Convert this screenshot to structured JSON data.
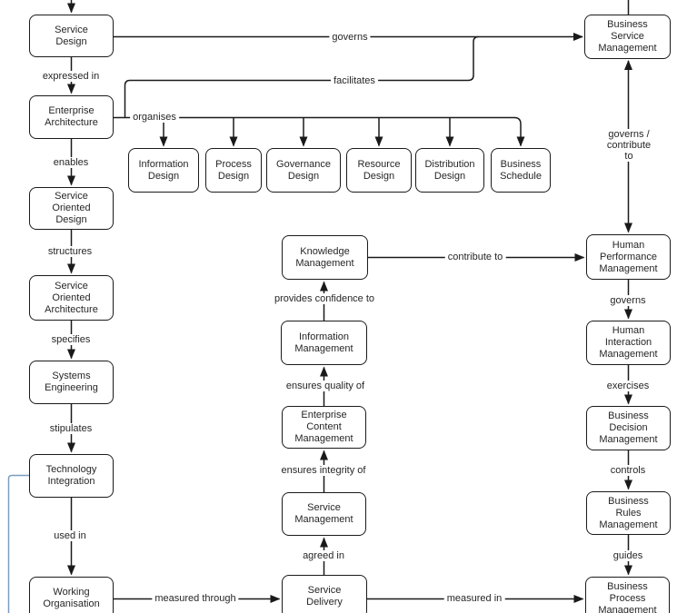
{
  "diagram": {
    "nodes": {
      "service_design": "Service\nDesign",
      "enterprise_architecture": "Enterprise\nArchitecture",
      "service_oriented_design": "Service\nOriented\nDesign",
      "service_oriented_architecture": "Service\nOriented\nArchitecture",
      "systems_engineering": "Systems\nEngineering",
      "technology_integration": "Technology\nIntegration",
      "working_organisation": "Working\nOrganisation",
      "information_design": "Information\nDesign",
      "process_design": "Process\nDesign",
      "governance_design": "Governance\nDesign",
      "resource_design": "Resource\nDesign",
      "distribution_design": "Distribution\nDesign",
      "business_schedule": "Business\nSchedule",
      "knowledge_management": "Knowledge\nManagement",
      "information_management": "Information\nManagement",
      "enterprise_content_management": "Enterprise\nContent\nManagement",
      "service_management": "Service\nManagement",
      "service_delivery": "Service\nDelivery",
      "business_service_management": "Business\nService\nManagement",
      "human_performance_management": "Human\nPerformance\nManagement",
      "human_interaction_management": "Human\nInteraction\nManagement",
      "business_decision_management": "Business\nDecision\nManagement",
      "business_rules_management": "Business\nRules\nManagement",
      "business_process_management": "Business\nProcess\nManagement"
    },
    "edge_labels": {
      "expressed_in": "expressed in",
      "enables": "enables",
      "structures": "structures",
      "specifies": "specifies",
      "stipulates": "stipulates",
      "used_in": "used in",
      "governs_top": "governs",
      "facilitates": "facilitates",
      "organises": "organises",
      "contribute_to": "contribute to",
      "provides_confidence_to": "provides confidence to",
      "ensures_quality_of": "ensures quality of",
      "ensures_integrity_of": "ensures integrity of",
      "agreed_in": "agreed in",
      "measured_through": "measured through",
      "measured_in": "measured in",
      "governs_contribute_to": "governs /\ncontribute to",
      "governs_right": "governs",
      "exercises": "exercises",
      "controls": "controls",
      "guides": "guides"
    },
    "colors": {
      "line": "#1a1a1a",
      "box_border": "#1a1a1a",
      "background": "#ffffff",
      "accent_line": "#7b9cc0",
      "text": "#262626"
    }
  }
}
